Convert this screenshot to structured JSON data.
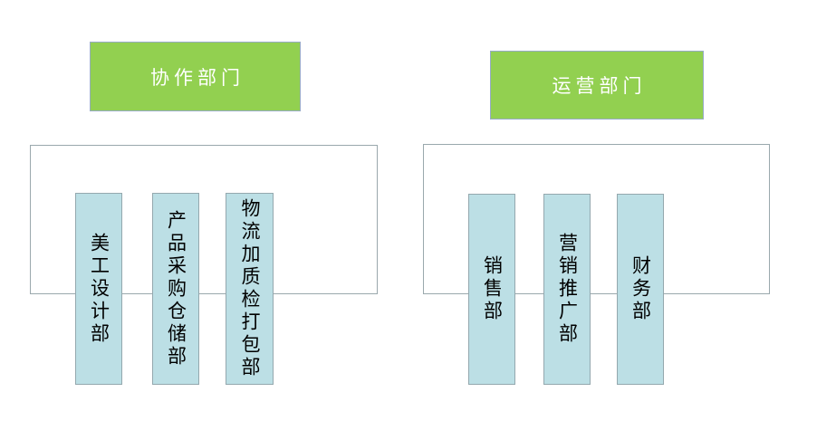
{
  "diagram": {
    "groups": [
      {
        "id": "collaboration",
        "header_label": "协作部门",
        "departments": [
          {
            "label": "美工设计部"
          },
          {
            "label": "产品采购仓储部"
          },
          {
            "label": "物流加质检打包部"
          }
        ]
      },
      {
        "id": "operations",
        "header_label": "运营部门",
        "departments": [
          {
            "label": "销售部"
          },
          {
            "label": "营销推广部"
          },
          {
            "label": "财务部"
          }
        ]
      }
    ],
    "colors": {
      "header_fill": "#92D050",
      "header_border": "#97ABC6",
      "header_text": "#FFFFFF",
      "dept_fill": "#BCDFE5",
      "dept_border": "#94A8AE",
      "container_border": "#9AA8AD",
      "dept_text": "#000000"
    }
  }
}
